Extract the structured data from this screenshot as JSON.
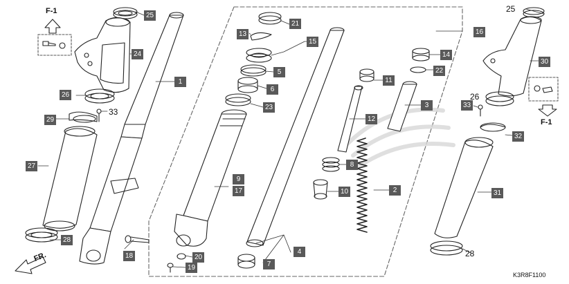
{
  "diagram": {
    "code": "K3R8F1100",
    "front_marker": "FR.",
    "section_refs": [
      "F-1",
      "F-1"
    ]
  },
  "callouts": [
    {
      "id": "c25a",
      "label": "25"
    },
    {
      "id": "c24",
      "label": "24"
    },
    {
      "id": "c26a",
      "label": "26"
    },
    {
      "id": "c33a",
      "label": "33"
    },
    {
      "id": "c29",
      "label": "29"
    },
    {
      "id": "c27",
      "label": "27"
    },
    {
      "id": "c28a",
      "label": "28"
    },
    {
      "id": "c1",
      "label": "1"
    },
    {
      "id": "c18",
      "label": "18"
    },
    {
      "id": "c20",
      "label": "20"
    },
    {
      "id": "c19",
      "label": "19"
    },
    {
      "id": "c13",
      "label": "13"
    },
    {
      "id": "c21",
      "label": "21"
    },
    {
      "id": "c15",
      "label": "15"
    },
    {
      "id": "c5",
      "label": "5"
    },
    {
      "id": "c6",
      "label": "6"
    },
    {
      "id": "c23",
      "label": "23"
    },
    {
      "id": "c9",
      "label": "9"
    },
    {
      "id": "c17",
      "label": "17"
    },
    {
      "id": "c16",
      "label": "16"
    },
    {
      "id": "c14",
      "label": "14"
    },
    {
      "id": "c22",
      "label": "22"
    },
    {
      "id": "c11",
      "label": "11"
    },
    {
      "id": "c3",
      "label": "3"
    },
    {
      "id": "c12",
      "label": "12"
    },
    {
      "id": "c8",
      "label": "8"
    },
    {
      "id": "c10",
      "label": "10"
    },
    {
      "id": "c2",
      "label": "2"
    },
    {
      "id": "c4",
      "label": "4"
    },
    {
      "id": "c7",
      "label": "7"
    },
    {
      "id": "c30",
      "label": "30"
    },
    {
      "id": "c33b",
      "label": "33"
    },
    {
      "id": "c32",
      "label": "32"
    },
    {
      "id": "c31",
      "label": "31"
    }
  ],
  "plain_labels": [
    {
      "id": "p25b",
      "label": "25"
    },
    {
      "id": "p26b",
      "label": "26"
    },
    {
      "id": "p28b",
      "label": "28"
    }
  ]
}
